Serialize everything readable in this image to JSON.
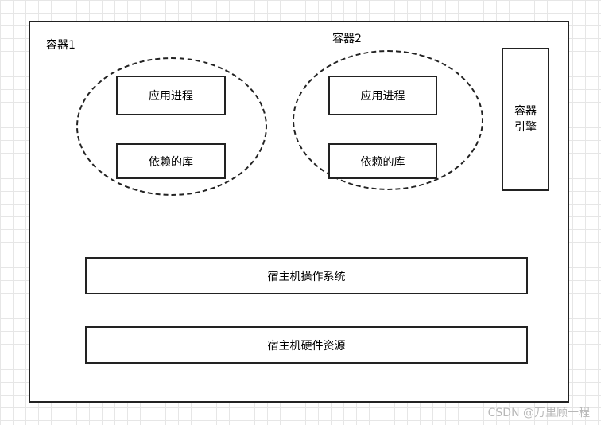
{
  "container1_label": "容器1",
  "container2_label": "容器2",
  "container1": {
    "app_process": "应用进程",
    "deps": "依赖的库"
  },
  "container2": {
    "app_process": "应用进程",
    "deps": "依赖的库"
  },
  "engine": {
    "line1": "容器",
    "line2": "引擎"
  },
  "host_os": "宿主机操作系统",
  "host_hw": "宿主机硬件资源",
  "watermark": "CSDN @万里顾一程"
}
